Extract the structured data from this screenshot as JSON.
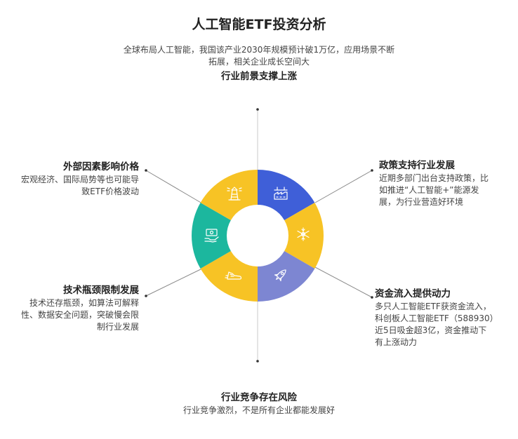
{
  "title": "人工智能ETF投资分析",
  "center": {
    "description": "全球布局人工智能，我国该产业2030年规模预计破1万亿，应用场景不断拓展，相关企业成长空间大",
    "heading": "行业前景支撑上涨"
  },
  "policy": {
    "heading": "政策支持行业发展",
    "description": "近期多部门出台支持政策，比如推进“人工智能+”能源发展，为行业营造好环境"
  },
  "capital": {
    "heading": "资金流入提供动力",
    "description": "多只人工智能ETF获资金流入，科创板人工智能ETF（588930）近5日吸金超3亿，资金推动下有上涨动力"
  },
  "competition": {
    "heading": "行业竞争存在风险",
    "description": "行业竞争激烈，不是所有企业都能发展好"
  },
  "technology": {
    "heading": "技术瓶颈限制发展",
    "description": "技术还存瓶颈，如算法可解释性、数据安全问题，突破慢会限制行业发展"
  },
  "external": {
    "heading": "外部因素影响价格",
    "description": "宏观经济、国际局势等也可能导致ETF价格波动"
  },
  "colors": {
    "yellow": "#F7C325",
    "blue": "#3F5FD8",
    "lavender": "#7D86D2",
    "teal": "#1CB79E",
    "connector": "#8A8A8A"
  },
  "segments": [
    {
      "id": "policy",
      "color": "blue",
      "icon": "factory-icon"
    },
    {
      "id": "sector-right",
      "color": "yellow",
      "icon": "snowflake-icon"
    },
    {
      "id": "capital",
      "color": "lavender",
      "icon": "rocket-icon"
    },
    {
      "id": "sector-bottom",
      "color": "yellow",
      "icon": "shoe-icon"
    },
    {
      "id": "external",
      "color": "teal",
      "icon": "money-hand-icon"
    },
    {
      "id": "sector-top",
      "color": "yellow",
      "icon": "lighthouse-icon"
    }
  ]
}
